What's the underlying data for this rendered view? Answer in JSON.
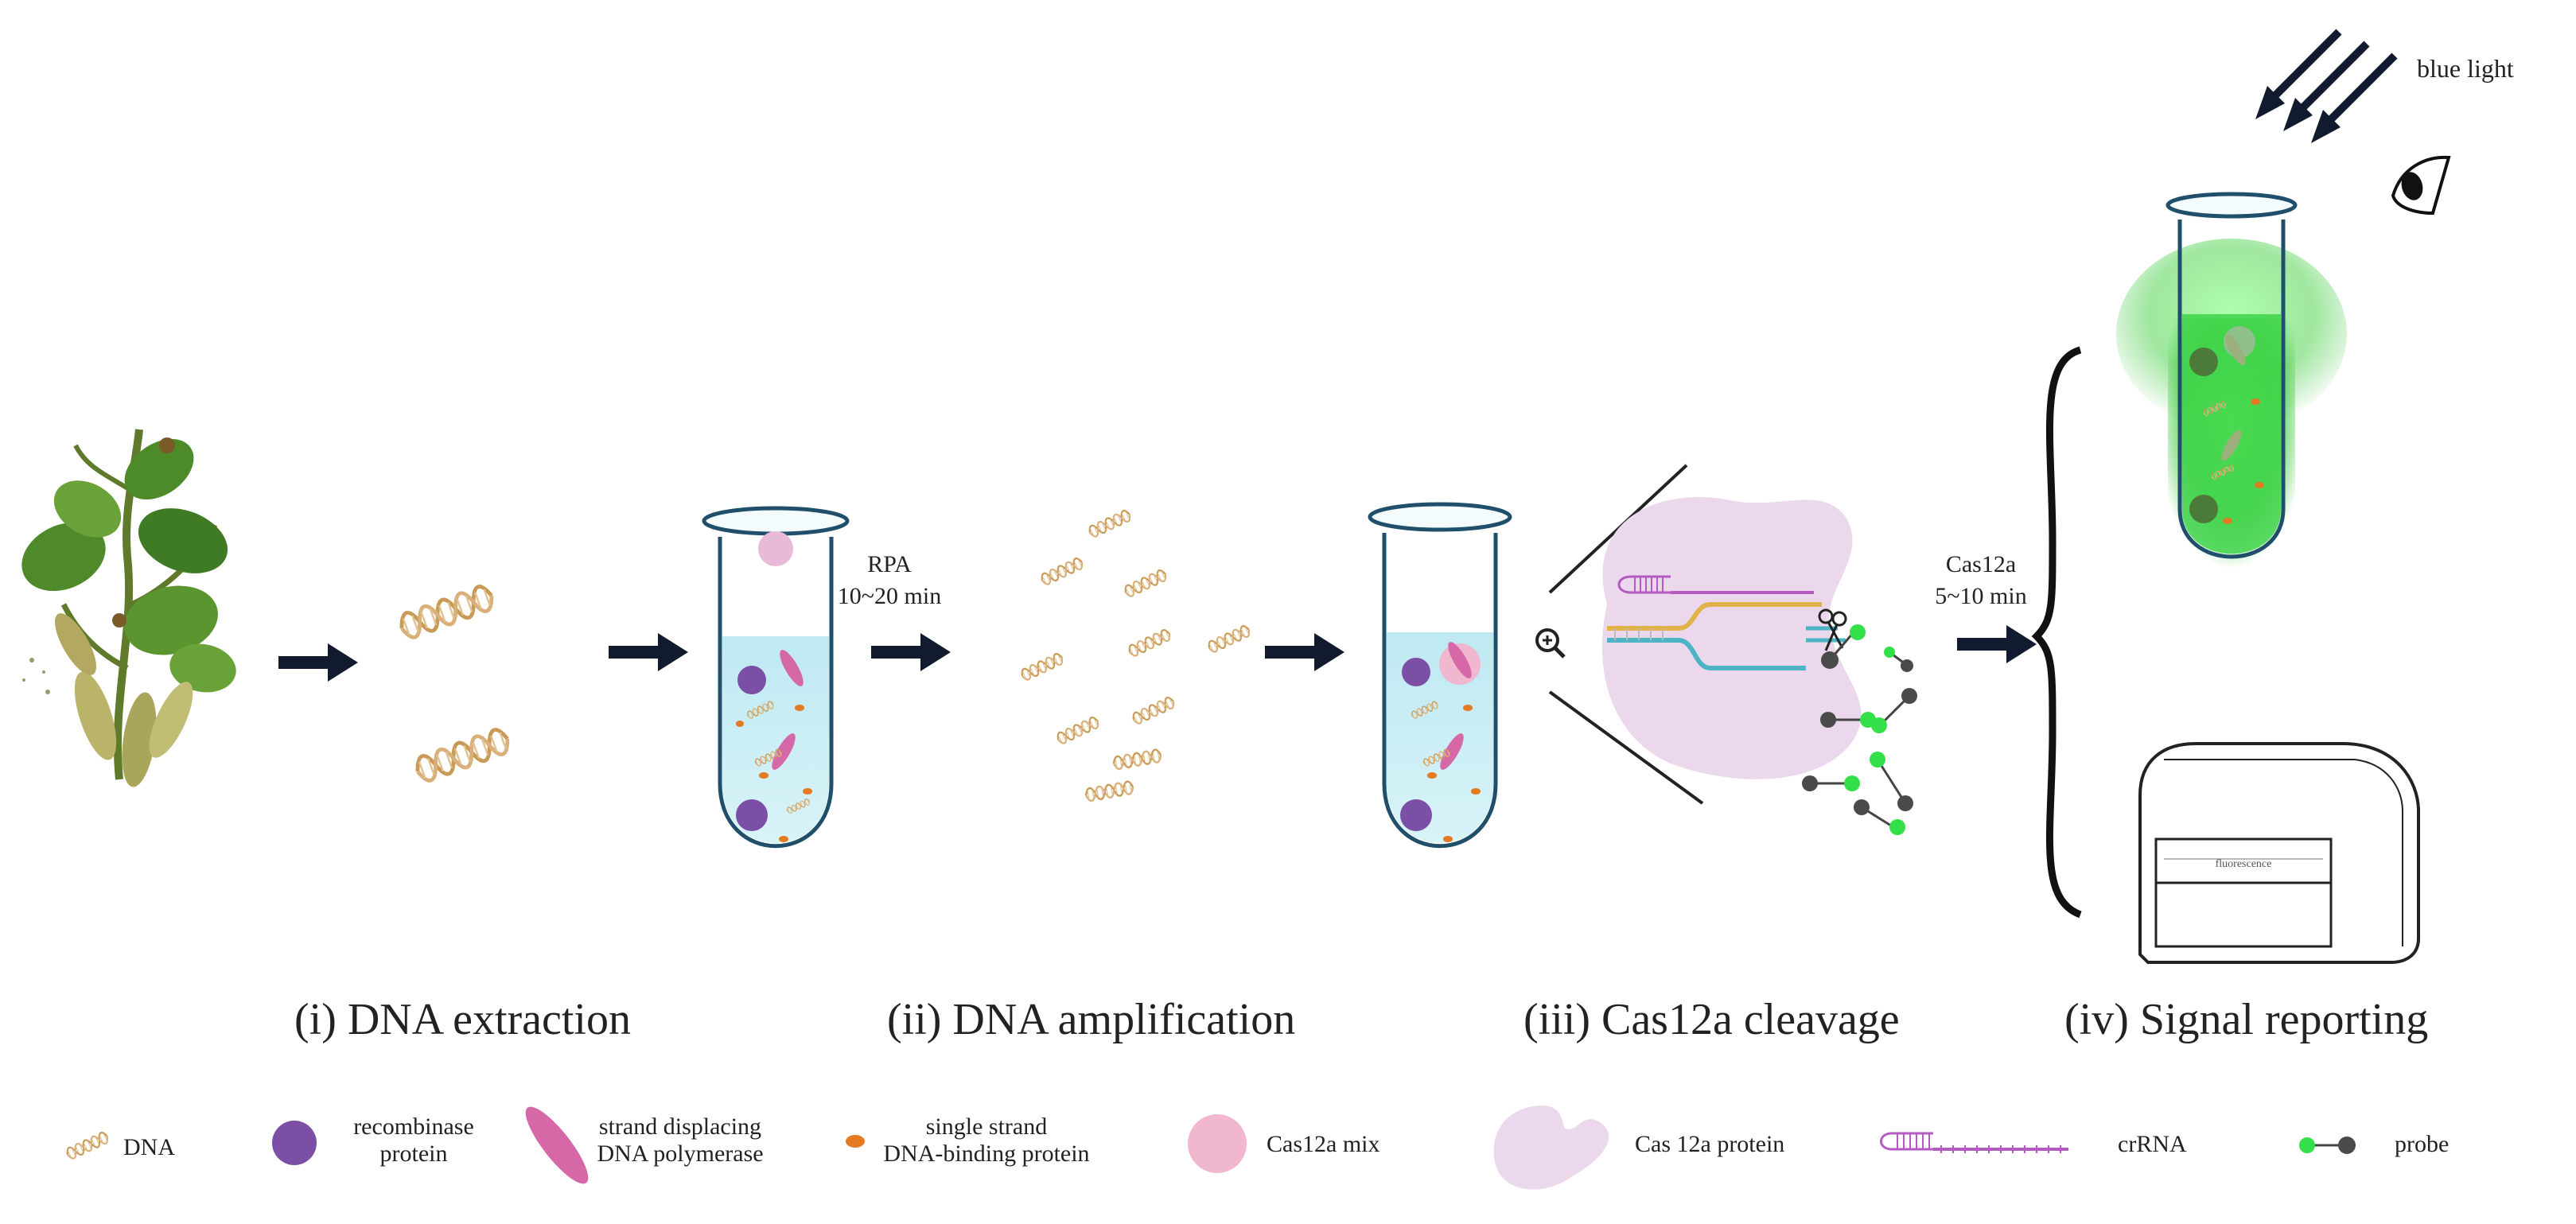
{
  "steps": [
    {
      "title": "(i) DNA extraction"
    },
    {
      "title": "(ii) DNA amplification"
    },
    {
      "title": "(iii) Cas12a cleavage"
    },
    {
      "title": "(iv) Signal reporting"
    }
  ],
  "conditions": {
    "rpa": {
      "line1": "RPA",
      "line2": "10~20 min"
    },
    "cas": {
      "line1": "Cas12a",
      "line2": "5~10 min"
    }
  },
  "light_label": "blue light",
  "device_label": "fluorescence",
  "legend": [
    {
      "id": "dna",
      "line1": "DNA",
      "line2": ""
    },
    {
      "id": "recombinase",
      "line1": "recombinase",
      "line2": "protein"
    },
    {
      "id": "polymerase",
      "line1": "strand displacing",
      "line2": "DNA polymerase"
    },
    {
      "id": "ssb",
      "line1": "single strand",
      "line2": "DNA-binding protein"
    },
    {
      "id": "cas12a-mix",
      "line1": "Cas12a mix",
      "line2": ""
    },
    {
      "id": "cas12a-protein",
      "line1": "Cas 12a protein",
      "line2": ""
    },
    {
      "id": "crrna",
      "line1": "crRNA",
      "line2": ""
    },
    {
      "id": "probe",
      "line1": "probe",
      "line2": ""
    }
  ],
  "colors": {
    "arrow": "#111a2e",
    "dna": "#c89a55",
    "recombinase": "#7b4fa6",
    "polymerase": "#d668a8",
    "ssb": "#e47a22",
    "cas_mix": "#f0b7cf",
    "cas_protein": "#ecd8ec",
    "crrna": "#b35bc0",
    "probe_green": "#33e04a",
    "probe_gray": "#4a4a4a",
    "liquid": "#bfe9f2",
    "glow": "#39d13a"
  }
}
